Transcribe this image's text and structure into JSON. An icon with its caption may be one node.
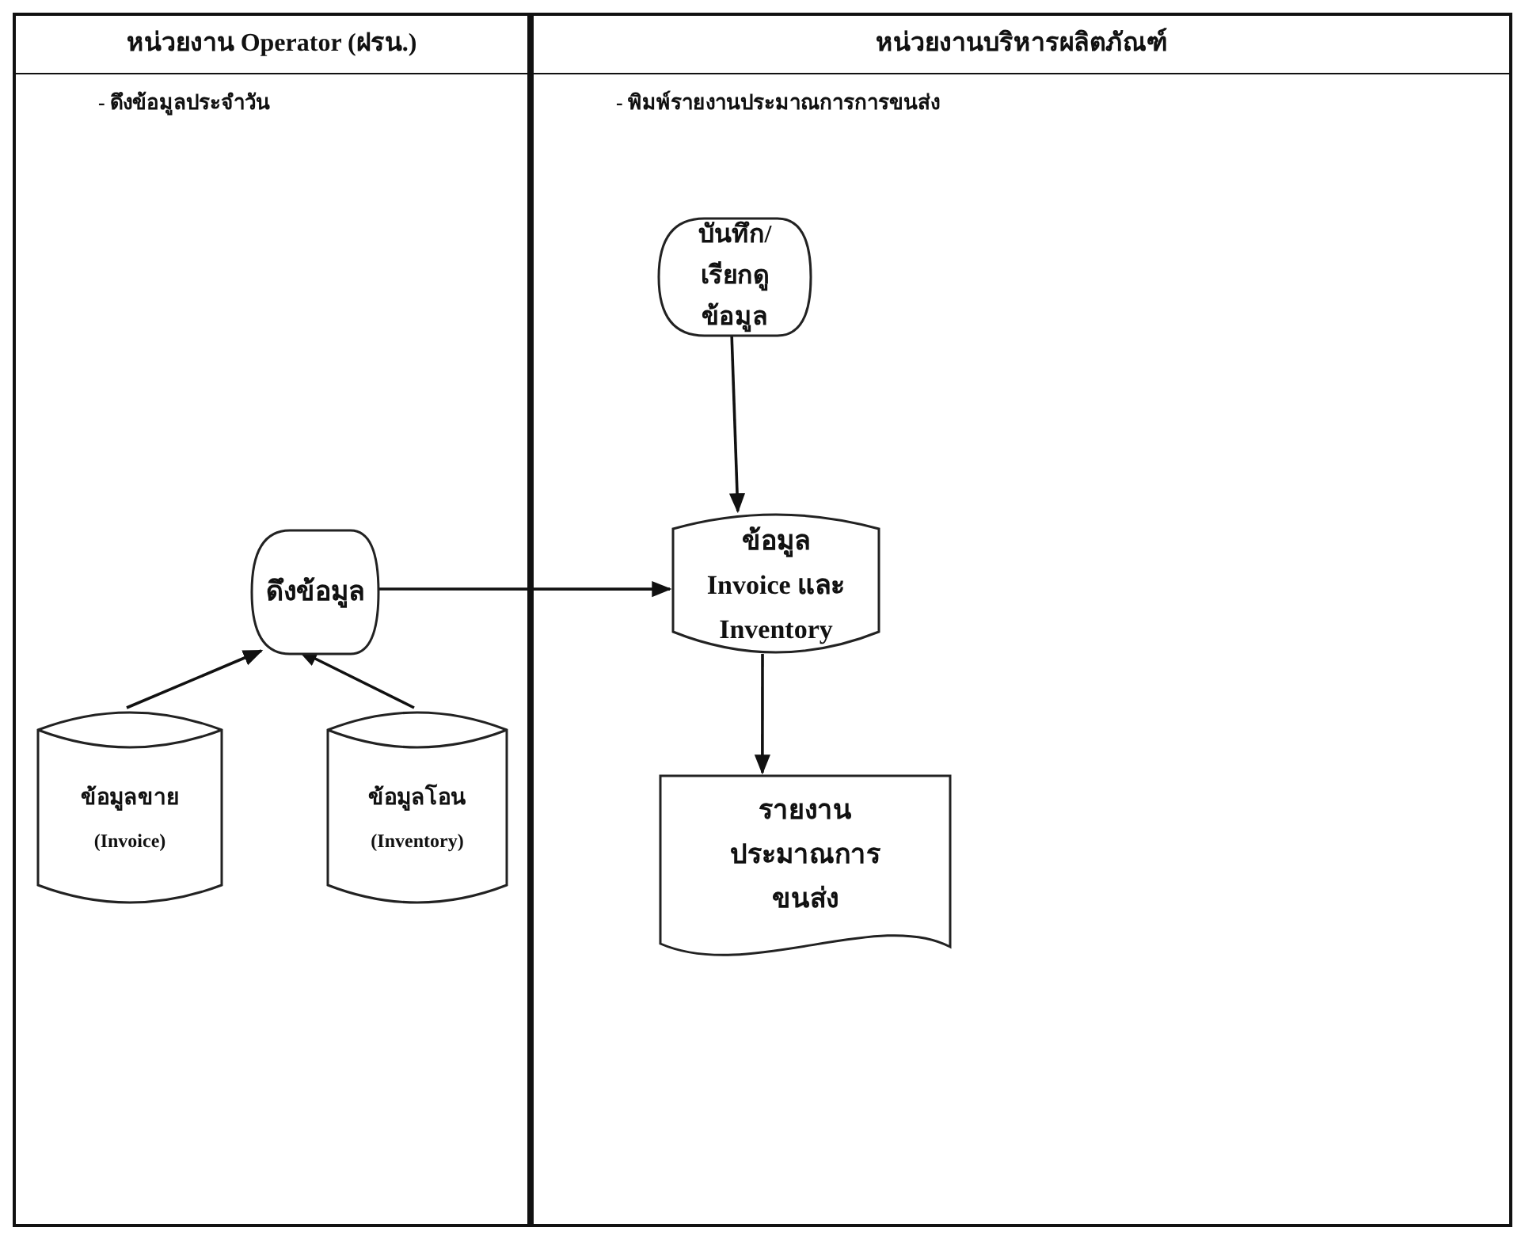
{
  "diagram": {
    "nodes": [
      {
        "text": [
          "หน่วยงาน Operator (ฝรน.)",
          "- ดึงข้อมูลประจำวัน"
        ]
      },
      {
        "text": [
          "หน่วยงานบริหารผลิตภัณฑ์",
          "- พิมพ์รายงานประมาณการการขนส่ง"
        ]
      },
      {
        "text": [
          "ดึงข้อมูล"
        ],
        "in": 0
      },
      {
        "text": [
          "ข้อมูลขาย",
          "(Invoice)"
        ],
        "in": 0
      },
      {
        "text": [
          "ข้อมูลโอน",
          "(Inventory)"
        ],
        "in": 0
      },
      {
        "text": [
          "บันทึก/เรียกดู ข้อมูล"
        ],
        "in": 1
      },
      {
        "text": [
          "ข้อมูล",
          "Invoice และ Inventory"
        ],
        "in": 1
      },
      {
        "text": [
          "รายงาน ประมาณการขนส่ง"
        ],
        "in": 1
      }
    ],
    "edges": [
      {
        "from": 3,
        "to": 2,
        "arrow": "to"
      },
      {
        "from": 4,
        "to": 2,
        "arrow": "to"
      },
      {
        "from": 2,
        "to": 6,
        "arrow": "to"
      },
      {
        "from": 5,
        "to": 6,
        "arrow": "to"
      },
      {
        "from": 6,
        "to": 7,
        "arrow": "to"
      }
    ]
  }
}
